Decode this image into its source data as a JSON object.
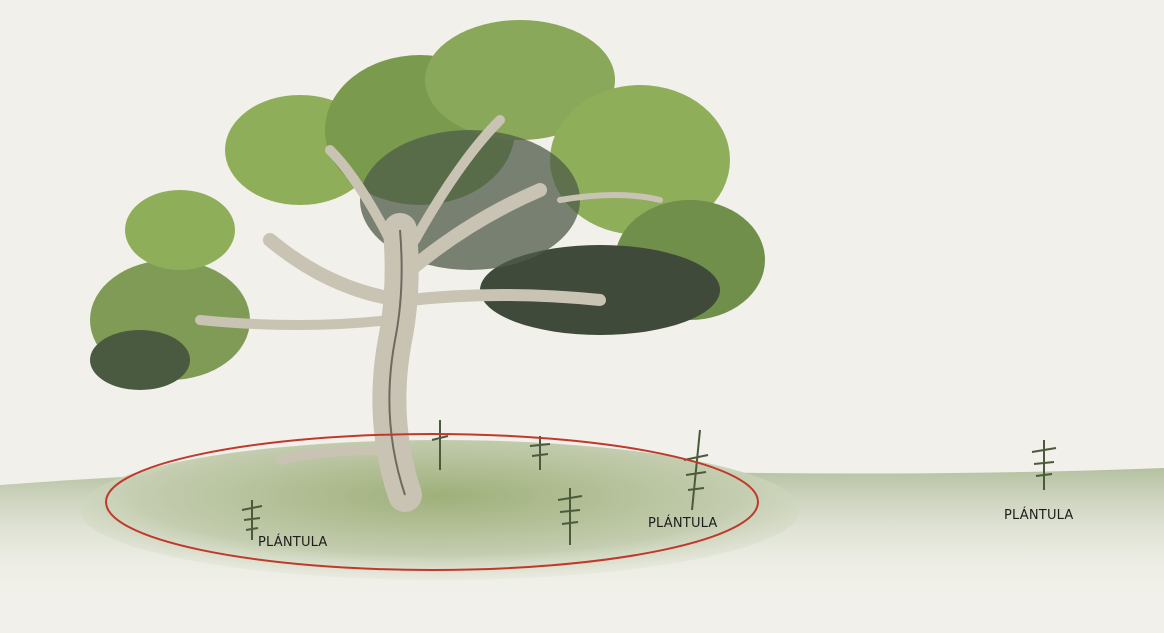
{
  "labels": {
    "seedling_1": "PLÁNTULA",
    "seedling_2": "PLÁNTULA",
    "seedling_3": "PLÁNTULA"
  },
  "colors": {
    "background": "#f1f0ea",
    "ground": "#b8c4a0",
    "foliage_light": "#8fae5a",
    "foliage_dark": "#3f4a3a",
    "trunk": "#c9c3b4",
    "circle": "#c0392b"
  },
  "icons": [
    "tree",
    "seedling",
    "shadow-circle"
  ]
}
